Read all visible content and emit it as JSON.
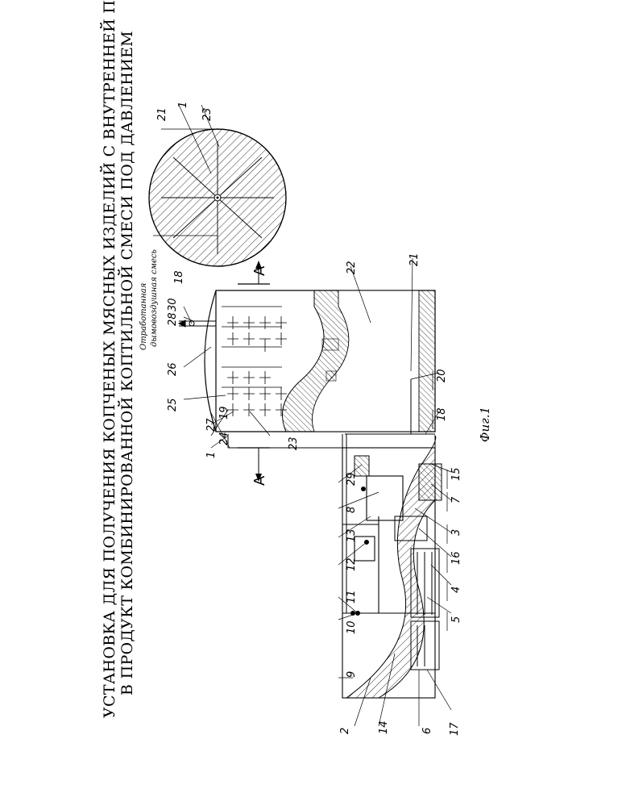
{
  "title": {
    "line1": "УСТАНОВКА ДЛЯ ПОЛУЧЕНИЯ КОПЧЕНЫХ МЯСНЫХ ИЗДЕЛИЙ С ВНУТРЕННЕЙ ПОДАЧЕЙ",
    "line2": "В ПРОДУКТ КОМБИНИРОВАННОЙ КОПТИЛЬНОЙ СМЕСИ ПОД ДАВЛЕНИЕМ"
  },
  "caption": "Фиг.1",
  "exhaust_note": {
    "line1": "Отработанная",
    "line2": "дымовоздушная смесь"
  },
  "section_marks": {
    "left": "А",
    "right": "А"
  },
  "callouts_top": [
    "2",
    "14",
    "6",
    "17"
  ],
  "callouts_left": [
    "9",
    "10",
    "11",
    "12",
    "13",
    "8",
    "29",
    "1",
    "24",
    "27",
    "19",
    "23",
    "25",
    "26",
    "28",
    "30"
  ],
  "callouts_right": [
    "5",
    "4",
    "16",
    "3",
    "7",
    "15",
    "18",
    "20",
    "21",
    "22"
  ],
  "callouts_circle": [
    "18",
    "21",
    "1",
    "23"
  ],
  "colors": {
    "ink": "#000000",
    "paper": "#ffffff"
  }
}
